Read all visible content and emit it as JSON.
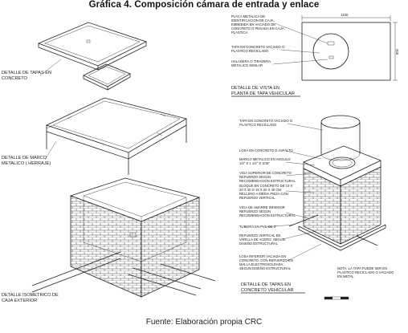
{
  "header": {
    "title": "Gráfica 4. Composición cámara de entrada y enlace"
  },
  "footer": {
    "source": "Fuente: Elaboración propia CRC"
  },
  "left_labels": {
    "tapas": [
      "DETALLE DE TAPAS EN",
      "CONCRETO"
    ],
    "marco": [
      "DETALLE DE MARCO",
      "METALICO ( HERRAJE)"
    ],
    "isometrico": [
      "DETALLE ISOMETRICO DE",
      "CAJA EXTERIOR"
    ]
  },
  "plan_view": {
    "notes": [
      [
        "PLACA METALICA DE",
        "IDENTIFICACION DE CAJA,",
        "EMBEBIDA EN VACIADO DE",
        "CONCRETO O PEGADA EN CAJA",
        "PLASTICA"
      ],
      [
        "TAPA EN CONCRETO VACIADO O",
        "PLASTICO RECICLADO"
      ],
      [
        "HALADERA O TIRADERA",
        "METALICO SIMILAR"
      ]
    ],
    "dim_width": "1230",
    "dim_height": "800",
    "caption": [
      "DETALLE DE VISTA EN",
      "PLANTA DE TAPA VEHICULAR"
    ]
  },
  "vehicular": {
    "notes": [
      [
        "TAPA EN CONCRETO VACIADO O",
        "PLASTICO RECICLADO"
      ],
      [
        "LOSA EN CONCRETO O ASFALTO"
      ],
      [
        "MARCO METALICO EN ANGULO",
        "1/2\" X 1 1/2\" X 3/16\""
      ],
      [
        "VIGA SUPERIOR DE CONCRETO",
        "REFUERZO SEGÚN",
        "RECOMENDACIÓN ESTRUCTURAL"
      ],
      [
        "BLOQUE EN CONCRETO DE 10 X",
        "20 X 40 O 15 X 20 X 40 CM.",
        "RELLENO A MEDIA PIEZA CON",
        "REFUERZO VERTICAL"
      ],
      [
        "VIGA DE AMARRE INFERIOR",
        "REFUERZO SEGÚN",
        "RECOMENDACIÓN ESTRUCTURAL"
      ],
      [
        "TUBERÍA EN PVC DE 3\""
      ],
      [
        "REFUERZO VERTICAL EN",
        "VARILLA DE ACERO, SEGÚN",
        "DISEÑO ESTRUCTURAL"
      ],
      [
        "LOSA INFERIOR VACIADA EN",
        "CONCRETO, CON REFUERZO EN",
        "MALLA ELECTROSOLDADA",
        "SEGÚN DISEÑO ESTRUCTURAL"
      ]
    ],
    "note_right": [
      "NOTA: LA TAPA PUEDE SER EN",
      "PLASTICO RECICLADO O VACIADO",
      "EN METAL"
    ],
    "caption": [
      "DETALLE DE TAPAS EN",
      "CONCRETO VEHICULAR"
    ]
  }
}
